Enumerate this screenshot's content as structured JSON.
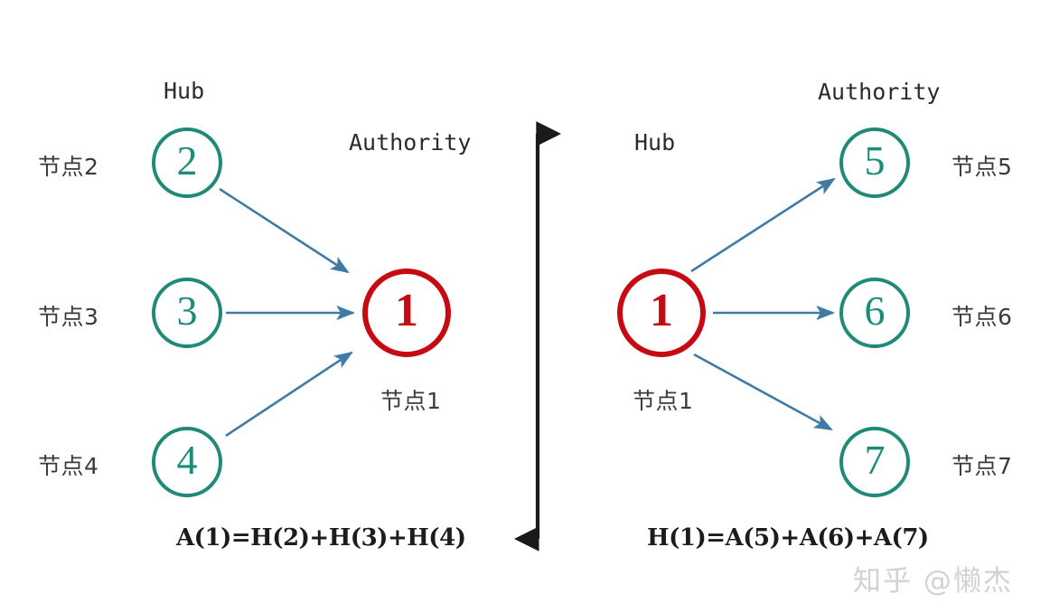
{
  "diagram": {
    "title_hidden": "",
    "colors": {
      "hub_node_border": "#1f8a77",
      "authority_node_border": "#1f8a77",
      "focus_node": "#c70a12",
      "edge_arrow": "#3f7ba6",
      "divider_arrow": "#1a1a1a",
      "text": "#2b2b2b",
      "watermark": "#d2d2d2",
      "background": "#ffffff"
    },
    "left_panel": {
      "role_heading_source": "Hub",
      "role_heading_target": "Authority",
      "formula": "A(1)=H(2)+H(3)+H(4)",
      "center_node": {
        "number": "1",
        "label": "节点1"
      },
      "source_nodes": [
        {
          "number": "2",
          "label": "节点2"
        },
        {
          "number": "3",
          "label": "节点3"
        },
        {
          "number": "4",
          "label": "节点4"
        }
      ]
    },
    "right_panel": {
      "role_heading_source": "Hub",
      "role_heading_target": "Authority",
      "formula": "H(1)=A(5)+A(6)+A(7)",
      "center_node": {
        "number": "1",
        "label": "节点1"
      },
      "target_nodes": [
        {
          "number": "5",
          "label": "节点5"
        },
        {
          "number": "6",
          "label": "节点6"
        },
        {
          "number": "7",
          "label": "节点7"
        }
      ]
    },
    "watermark": "知乎 @懒杰"
  }
}
